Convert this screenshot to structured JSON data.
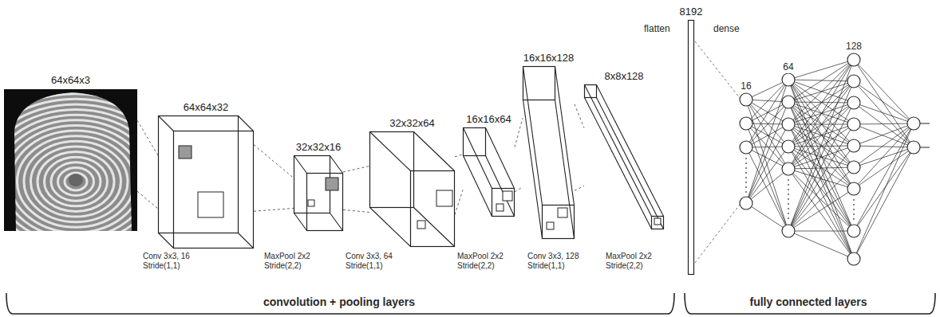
{
  "diagram": {
    "nodes": [
      {
        "text": [
          "64x64x3"
        ]
      },
      {
        "text": [
          "64x64x32"
        ]
      },
      {
        "text": [
          "32x32x16"
        ]
      },
      {
        "text": [
          "32x32x64"
        ]
      },
      {
        "text": [
          "16x16x64"
        ]
      },
      {
        "text": [
          "16x16x128"
        ]
      },
      {
        "text": [
          "8x8x128"
        ]
      },
      {
        "text": [
          "8192"
        ]
      }
    ],
    "edges": [
      {
        "from": 0,
        "to": 1,
        "arrow": "none"
      },
      {
        "from": 0,
        "to": 1,
        "arrow": "none"
      },
      {
        "from": 1,
        "to": 2,
        "arrow": "none"
      },
      {
        "from": 1,
        "to": 2,
        "arrow": "none"
      },
      {
        "from": 2,
        "to": 3,
        "arrow": "none"
      },
      {
        "from": 2,
        "to": 3,
        "arrow": "none"
      },
      {
        "from": 3,
        "to": 4,
        "arrow": "none"
      },
      {
        "from": 3,
        "to": 4,
        "arrow": "none"
      },
      {
        "from": 4,
        "to": 5,
        "arrow": "none"
      },
      {
        "from": 4,
        "to": 5,
        "arrow": "none"
      },
      {
        "from": 5,
        "to": 6,
        "arrow": "none"
      },
      {
        "from": 5,
        "to": 6,
        "arrow": "none"
      }
    ],
    "labels": [
      "Conv 3x3, 16 Stride(1,1)",
      "MaxPool 2x2 Stride(2,2)",
      "Conv 3x3, 64 Stride(1,1)",
      "MaxPool 2x2 Stride(2,2)",
      "Conv 3x3, 128 Stride(1,1)",
      "MaxPool 2x2 Stride(2,2)",
      "flatten",
      "dense",
      "16",
      "64",
      "128",
      "convolution + pooling layers",
      "fully connected layers"
    ]
  }
}
